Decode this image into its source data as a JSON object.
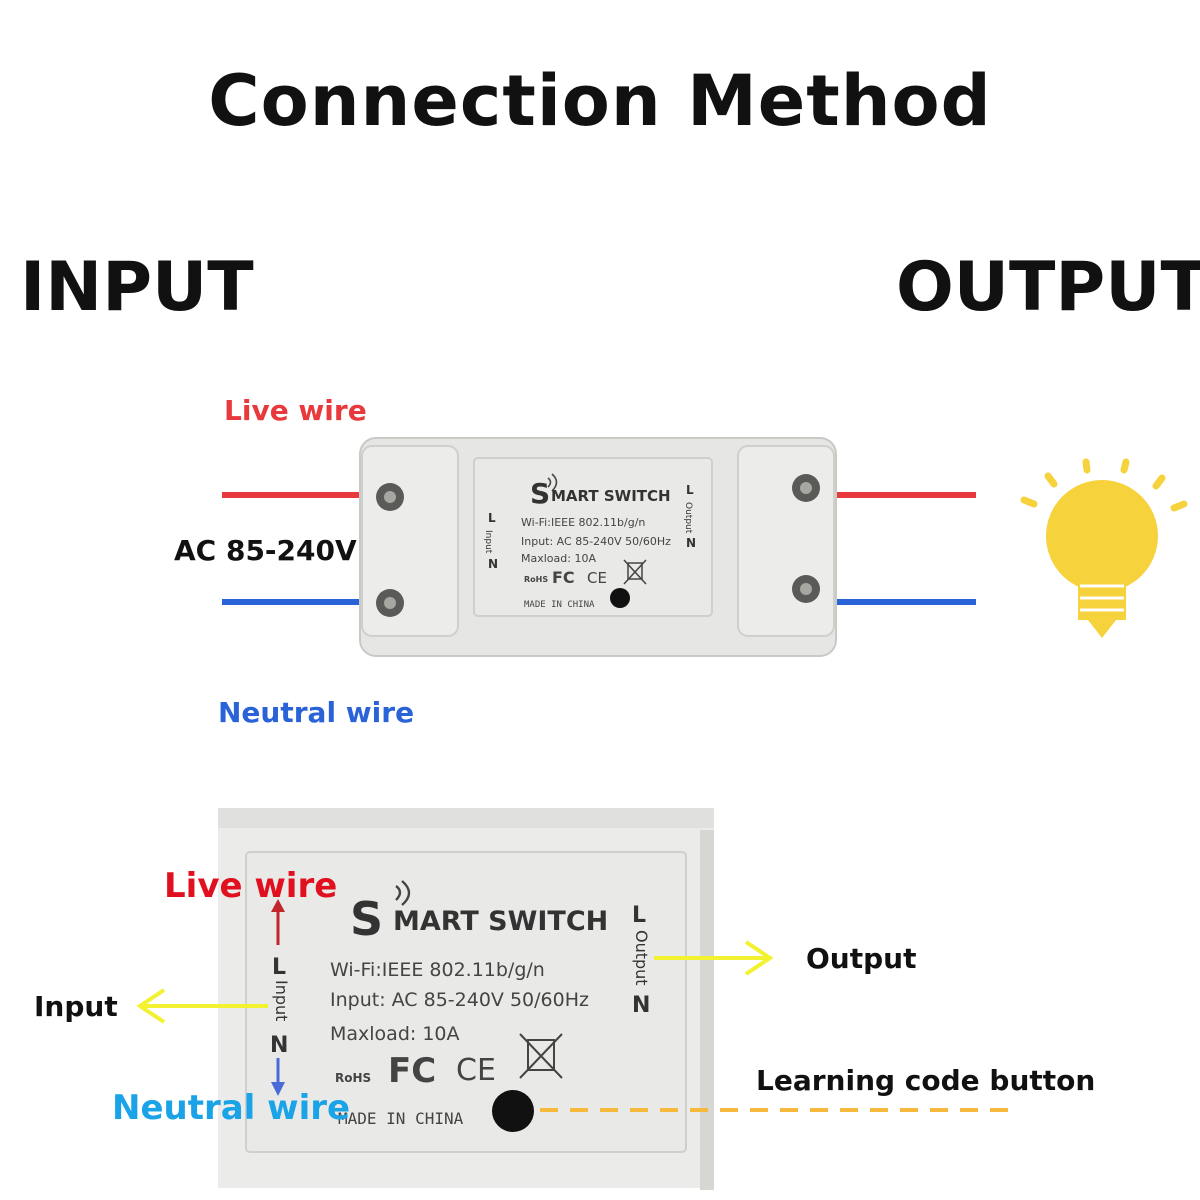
{
  "title": "Connection Method",
  "input_heading": "INPUT",
  "output_heading": "OUTPUT",
  "top": {
    "live_wire": "Live wire",
    "neutral_wire": "Neutral wire",
    "ac_voltage": "AC 85-240V"
  },
  "device": {
    "brand_s": "S",
    "brand_rest": "MART SWITCH",
    "wifi": "Wi-Fi:IEEE 802.11b/g/n",
    "input_spec": "Input: AC 85-240V 50/60Hz",
    "maxload": "Maxload: 10A",
    "made_in": "MADE IN CHINA",
    "rohs": "RoHS",
    "fc": "FC",
    "ce": "CE",
    "input_side_L": "L",
    "input_side_label": "Input",
    "input_side_N": "N",
    "output_side_L": "L",
    "output_side_label": "Output",
    "output_side_N": "N"
  },
  "bottom": {
    "live_wire": "Live wire",
    "neutral_wire": "Neutral wire",
    "input": "Input",
    "output": "Output",
    "learning_button": "Learning code button"
  },
  "colors": {
    "live": "#e8393c",
    "neutral": "#2a63d8",
    "neutral_bottom": "#1ba3e8",
    "live_bottom": "#e0101e",
    "arrow_yellow": "#f2f230",
    "dash_orange": "#f6b93b",
    "bulb": "#f6d23c"
  }
}
